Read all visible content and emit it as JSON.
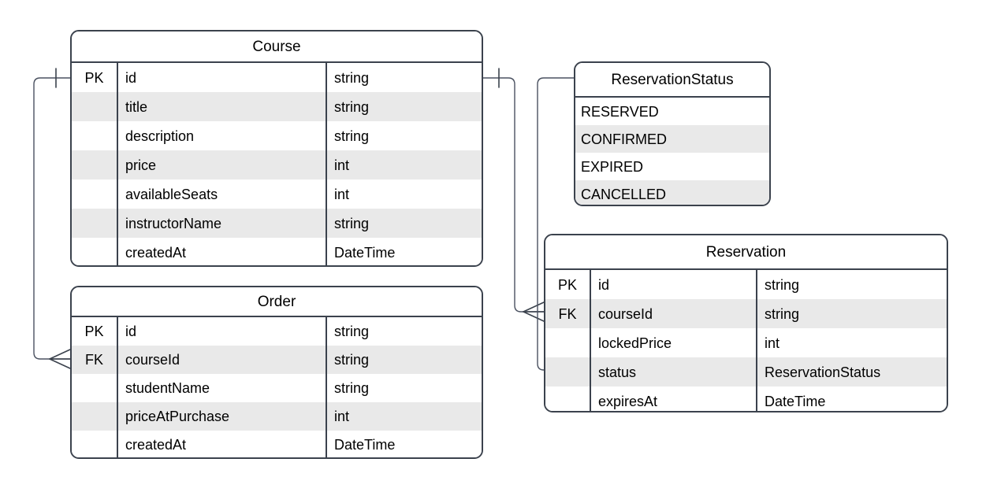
{
  "diagram": {
    "kind": "entity-relationship-diagram",
    "notation": "crow's-foot"
  },
  "entities": [
    {
      "id": "course",
      "name": "Course",
      "type": "table",
      "columns": [
        "key",
        "attribute",
        "datatype"
      ],
      "rows": [
        {
          "key": "PK",
          "name": "id",
          "type": "string"
        },
        {
          "key": "",
          "name": "title",
          "type": "string"
        },
        {
          "key": "",
          "name": "description",
          "type": "string"
        },
        {
          "key": "",
          "name": "price",
          "type": "int"
        },
        {
          "key": "",
          "name": "availableSeats",
          "type": "int"
        },
        {
          "key": "",
          "name": "instructorName",
          "type": "string"
        },
        {
          "key": "",
          "name": "createdAt",
          "type": "DateTime"
        }
      ]
    },
    {
      "id": "order",
      "name": "Order",
      "type": "table",
      "columns": [
        "key",
        "attribute",
        "datatype"
      ],
      "rows": [
        {
          "key": "PK",
          "name": "id",
          "type": "string"
        },
        {
          "key": "FK",
          "name": "courseId",
          "type": "string"
        },
        {
          "key": "",
          "name": "studentName",
          "type": "string"
        },
        {
          "key": "",
          "name": "priceAtPurchase",
          "type": "int"
        },
        {
          "key": "",
          "name": "createdAt",
          "type": "DateTime"
        }
      ]
    },
    {
      "id": "reservation_status",
      "name": "ReservationStatus",
      "type": "enum",
      "rows": [
        {
          "name": "RESERVED"
        },
        {
          "name": "CONFIRMED"
        },
        {
          "name": "EXPIRED"
        },
        {
          "name": "CANCELLED"
        }
      ]
    },
    {
      "id": "reservation",
      "name": "Reservation",
      "type": "table",
      "columns": [
        "key",
        "attribute",
        "datatype"
      ],
      "rows": [
        {
          "key": "PK",
          "name": "id",
          "type": "string"
        },
        {
          "key": "FK",
          "name": "courseId",
          "type": "string"
        },
        {
          "key": "",
          "name": "lockedPrice",
          "type": "int"
        },
        {
          "key": "",
          "name": "status",
          "type": "ReservationStatus"
        },
        {
          "key": "",
          "name": "expiresAt",
          "type": "DateTime"
        }
      ]
    }
  ],
  "relationships": [
    {
      "id": "course-order",
      "from": "Course.id",
      "to": "Order.courseId",
      "from_cardinality": "one",
      "to_cardinality": "many"
    },
    {
      "id": "course-reservation",
      "from": "Course.id",
      "to": "Reservation.courseId",
      "from_cardinality": "one",
      "to_cardinality": "many"
    },
    {
      "id": "status-reservation",
      "from": "ReservationStatus",
      "to": "Reservation.status",
      "from_cardinality": "",
      "to_cardinality": ""
    }
  ],
  "colors": {
    "border": "#3b424d",
    "edge": "#4a5160",
    "row_stripe": "#e9e9e9",
    "row_base": "#ffffff",
    "text": "#000000",
    "background": "#ffffff"
  }
}
